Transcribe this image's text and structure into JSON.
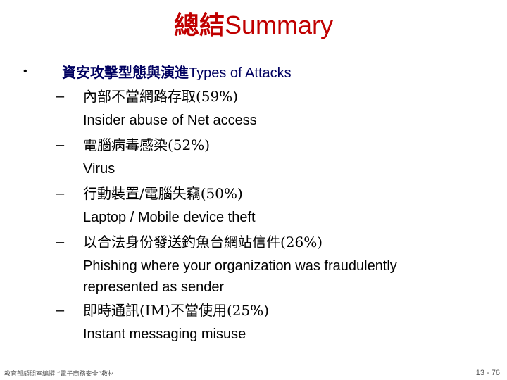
{
  "title": {
    "zh": "總結",
    "en": "Summary"
  },
  "bullet": {
    "symbol": "•",
    "zh": "資安攻擊型態與演進",
    "en": "Types of Attacks"
  },
  "items": [
    {
      "dash": "–",
      "zh": "內部不當網路存取(59%)",
      "en": [
        "Insider abuse of Net access"
      ]
    },
    {
      "dash": "–",
      "zh": "電腦病毒感染(52%)",
      "en": [
        "Virus"
      ]
    },
    {
      "dash": "–",
      "zh": "行動裝置/電腦失竊(50%)",
      "en": [
        "Laptop / Mobile device theft"
      ]
    },
    {
      "dash": "–",
      "zh": "以合法身份發送釣魚台網站信件(26%)",
      "en": [
        "Phishing where your organization was fraudulently",
        "represented as sender"
      ]
    },
    {
      "dash": "–",
      "zh": "即時通訊(IM)不當使用(25%)",
      "en": [
        "Instant messaging misuse"
      ]
    }
  ],
  "footer": {
    "left": "教育部顧問室編撰 “電子商務安全”教材",
    "right": "13 - 76"
  }
}
